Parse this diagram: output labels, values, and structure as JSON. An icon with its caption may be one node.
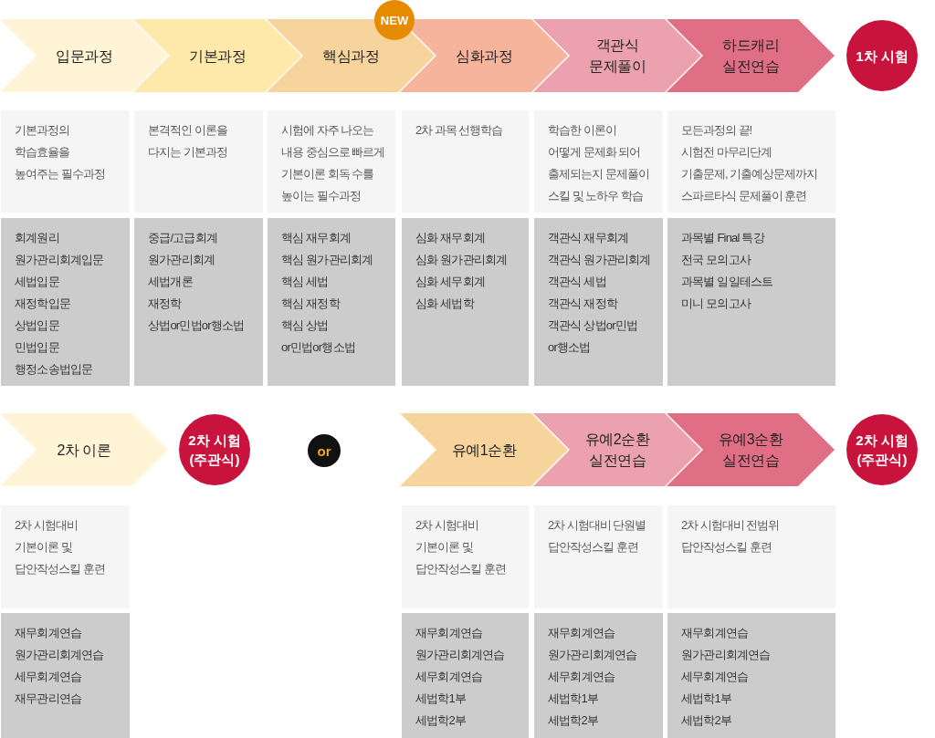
{
  "diagram": {
    "nodes": [
      {
        "text": [
          "입문과정"
        ]
      },
      {
        "text": [
          "기본과정"
        ]
      },
      {
        "text": [
          "핵심과정"
        ]
      },
      {
        "text": [
          "NEW"
        ]
      },
      {
        "text": [
          "심화과정"
        ]
      },
      {
        "text": [
          "객관식 문제풀이"
        ]
      },
      {
        "text": [
          "하드캐리 실전연습"
        ]
      },
      {
        "text": [
          "1차 시험"
        ]
      },
      {
        "text": [
          "기본과정의 학습효율을 높여주는 필수과정"
        ]
      },
      {
        "text": [
          "본격적인 이론을 다지는 기본과정"
        ]
      },
      {
        "text": [
          "시험에 자주 나오는 내용 중심으로 빠르게 기본이론 회독 수를 높이는 필수과정"
        ]
      },
      {
        "text": [
          "2차 과목 선행학습"
        ]
      },
      {
        "text": [
          "학습한 이론이 어떻게 문제화 되어 출제되는지 문제풀이 스킬 및 노하우 학습"
        ]
      },
      {
        "text": [
          "모든과정의 끝! 시험전 마무리단계 기출문제, 기출예상문제까지 스파르타식 문제풀이 훈련"
        ]
      },
      {
        "text": [
          "회계원리",
          "원가관리회계입문",
          "세법입문",
          "재정학입문",
          "상법입문",
          "민법입문",
          "행정소송법입문"
        ]
      },
      {
        "text": [
          "중급/고급회계",
          "원가관리회계",
          "세법개론",
          "재정학",
          "상법or민법or행소법"
        ]
      },
      {
        "text": [
          "핵심 재무회계",
          "핵심 원가관리회계",
          "핵심 세법",
          "핵심 재정학",
          "핵심 상법 or민법or행소법"
        ]
      },
      {
        "text": [
          "심화 재무회계",
          "심화 원가관리회계",
          "심화 세무회계",
          "심화 세법학"
        ]
      },
      {
        "text": [
          "객관식 재무회계",
          "객관식 원가관리회계",
          "객관식 세법",
          "객관식 재정학",
          "객관식 상법or민법 or행소법"
        ]
      },
      {
        "text": [
          "과목별 Final 특강",
          "전국 모의고사",
          "과목별 일일테스트",
          "미니 모의고사"
        ]
      },
      {
        "text": [
          "2차 이론"
        ]
      },
      {
        "text": [
          "2차 시험 (주관식)"
        ]
      },
      {
        "text": [
          "or"
        ]
      },
      {
        "text": [
          "유예1순환"
        ]
      },
      {
        "text": [
          "유예2순환 실전연습"
        ]
      },
      {
        "text": [
          "유예3순환 실전연습"
        ]
      },
      {
        "text": [
          "2차 시험 (주관식)"
        ]
      },
      {
        "text": [
          "2차 시험대비 기본이론 및 답안작성스킬 훈련"
        ]
      },
      {
        "text": [
          "2차 시험대비 기본이론 및 답안작성스킬 훈련"
        ]
      },
      {
        "text": [
          "2차 시험대비 단원별 답안작성스킬 훈련"
        ]
      },
      {
        "text": [
          "2차 시험대비 전범위 답안작성스킬 훈련"
        ]
      },
      {
        "text": [
          "재무회계연습",
          "원가관리회계연습",
          "세무회계연습",
          "재무관리연습"
        ]
      },
      {
        "text": [
          "재무회계연습",
          "원가관리회계연습",
          "세무회계연습",
          "세법학1부",
          "세법학2부"
        ]
      },
      {
        "text": [
          "재무회계연습",
          "원가관리회계연습",
          "세무회계연습",
          "세법학1부",
          "세법학2부"
        ]
      },
      {
        "text": [
          "재무회계연습",
          "원가관리회계연습",
          "세무회계연습",
          "세법학1부",
          "세법학2부"
        ]
      }
    ]
  }
}
